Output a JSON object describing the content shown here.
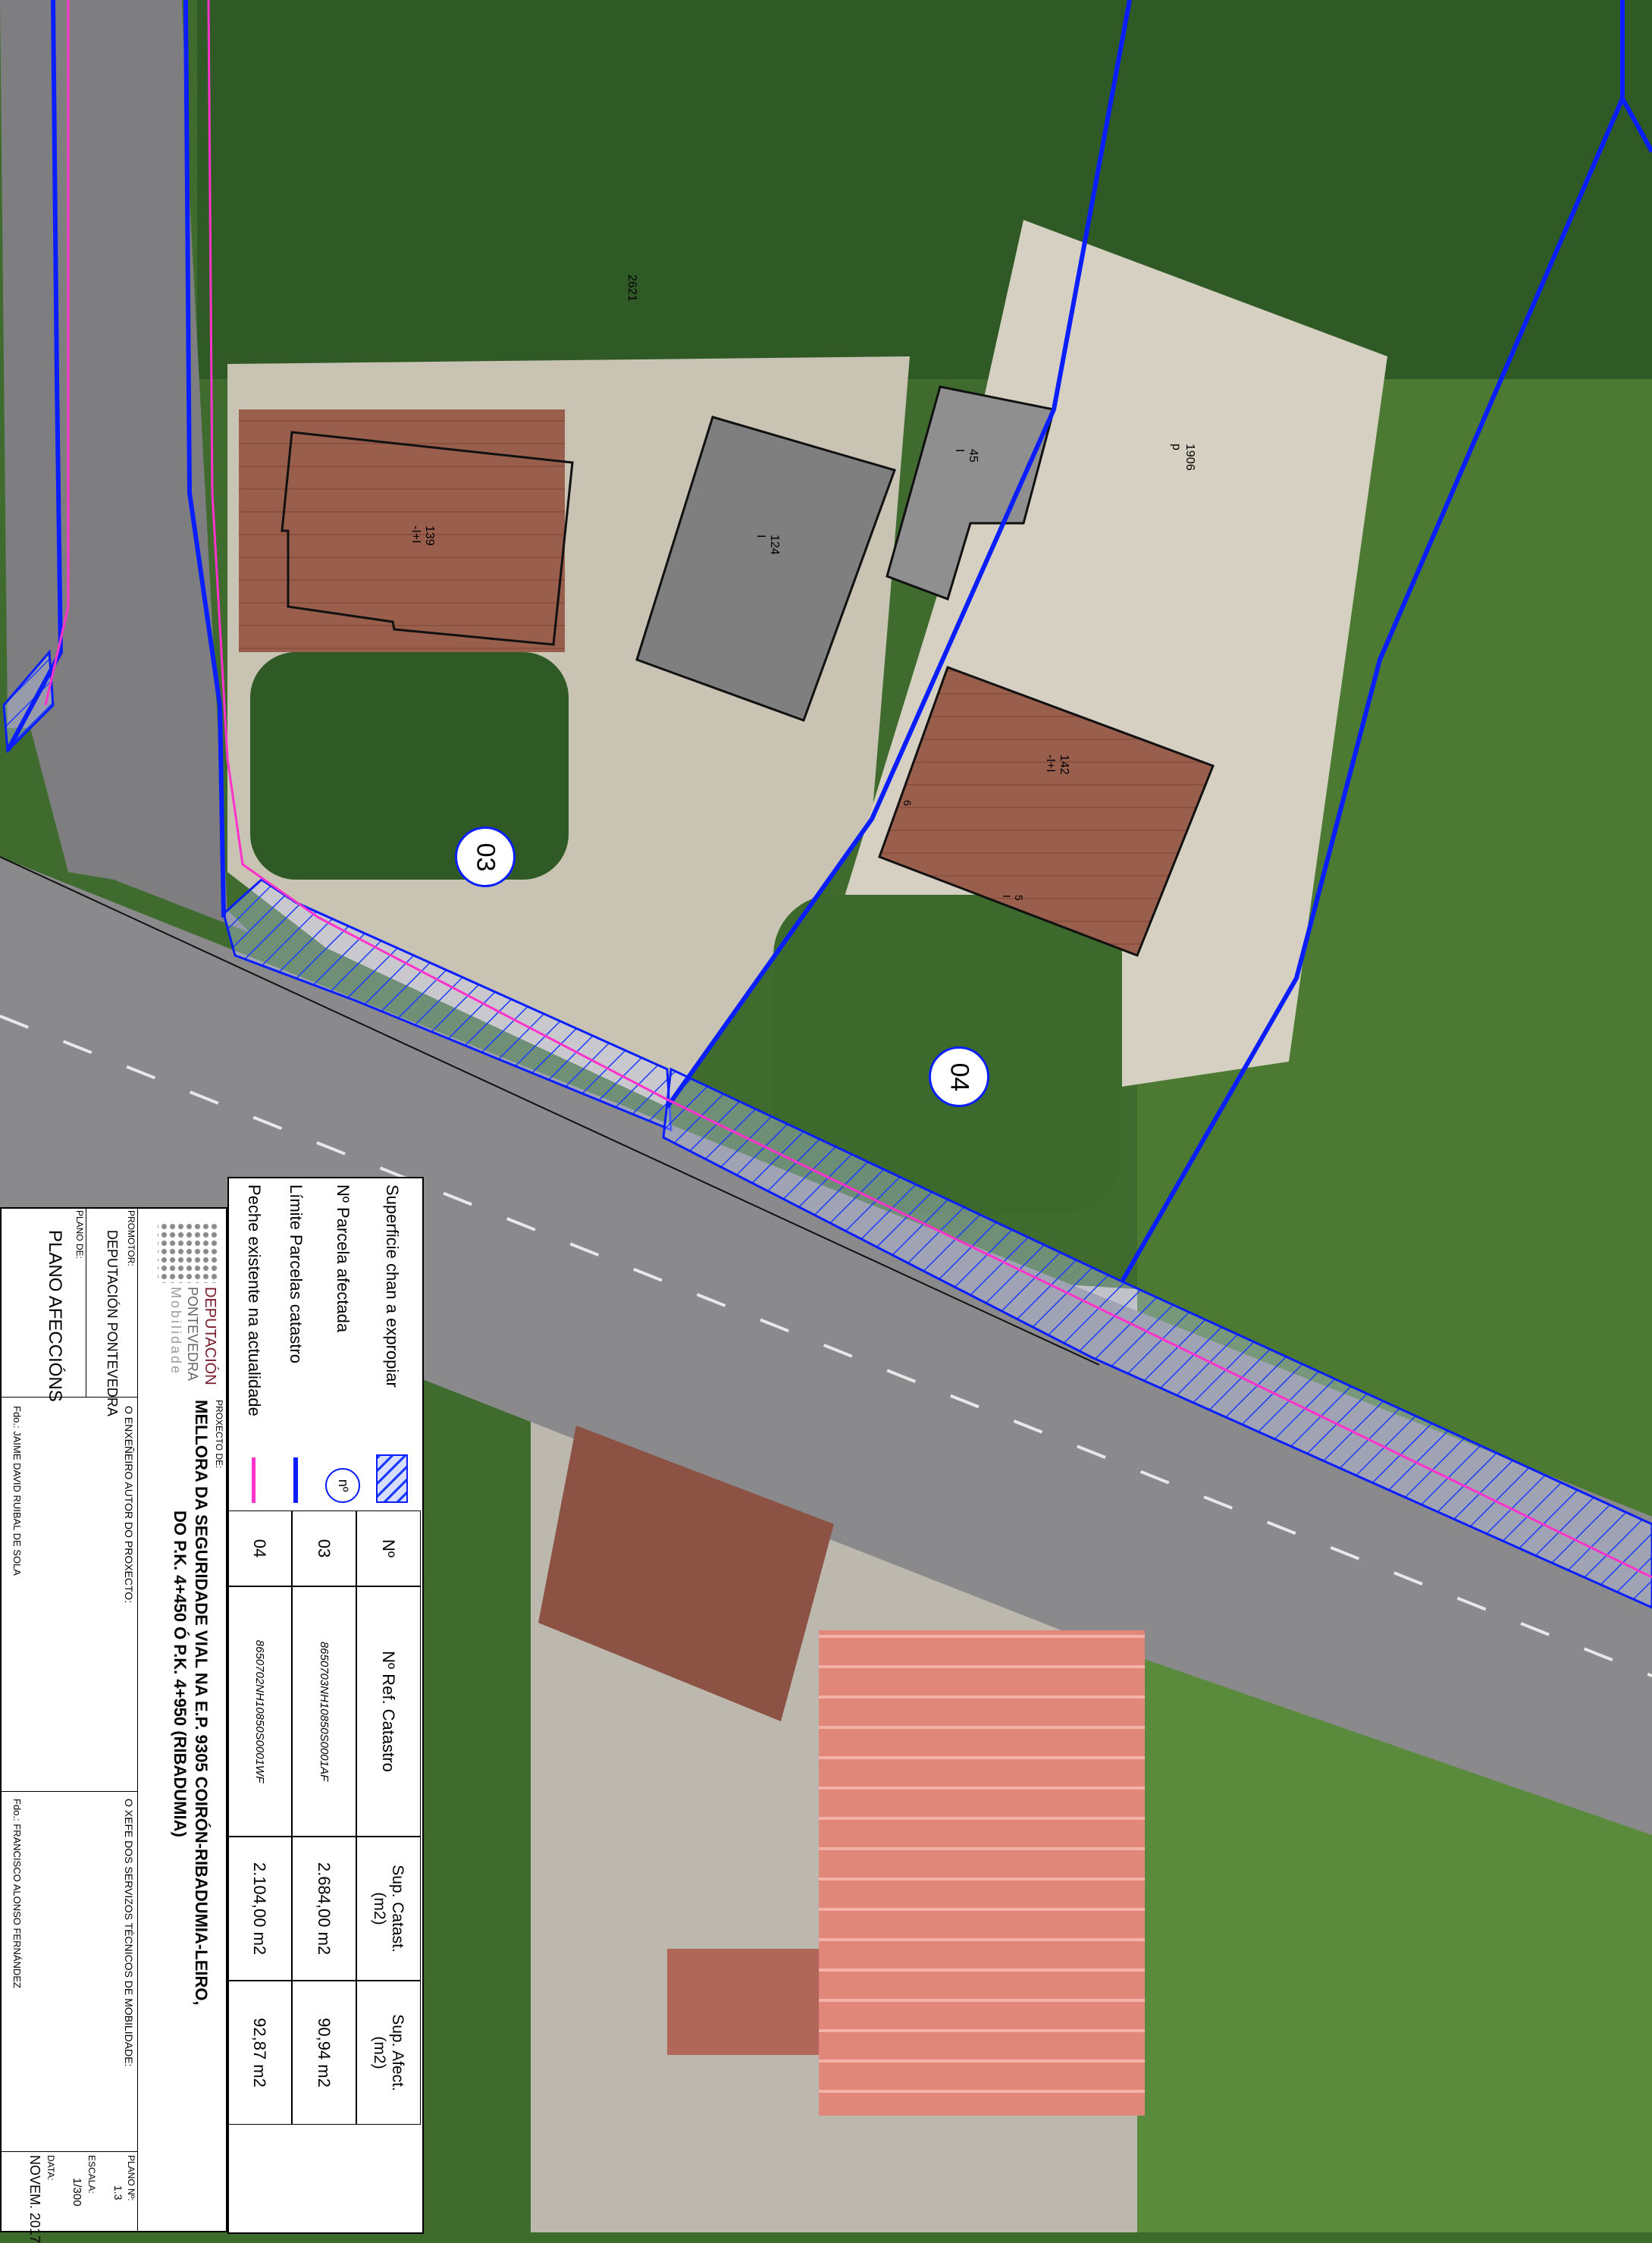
{
  "map": {
    "parcel_labels": [
      {
        "id": "2621",
        "text": "2621"
      },
      {
        "id": "1906",
        "text": "1906\np"
      },
      {
        "id": "139",
        "text": "139\n-I+I"
      },
      {
        "id": "124",
        "text": "124\nI"
      },
      {
        "id": "45",
        "text": "45\nI"
      },
      {
        "id": "142",
        "text": "142\n-I+I"
      },
      {
        "id": "6",
        "text": "6"
      },
      {
        "id": "5",
        "text": "5\nI"
      }
    ],
    "affected_markers": [
      "03",
      "04"
    ],
    "colors": {
      "parcel_line": "#0a1eff",
      "hatch": "#1a3cff",
      "fence": "#ff33cc",
      "building_outline": "#111111"
    }
  },
  "legend": {
    "items": [
      {
        "label": "Superficie chan a expropiar",
        "symbol": "hatch"
      },
      {
        "label": "Nº Parcela  afectada",
        "symbol": "circle",
        "symbol_text": "nº"
      },
      {
        "label": "Límite Parcelas catastro",
        "symbol": "blue-line"
      },
      {
        "label": "Peche existente na actualidade",
        "symbol": "magenta-line"
      }
    ]
  },
  "table": {
    "headers": [
      "Nº",
      "Nº Ref. Catastro",
      "Sup. Catast.\n(m2)",
      "Sup. Afect.\n(m2)"
    ],
    "rows": [
      [
        "03",
        "8650703NH10850S0001AF",
        "2.684,00 m2",
        "90,94 m2"
      ],
      [
        "04",
        "8650702NH10850S0001WF",
        "2.104,00 m2",
        "92,87 m2"
      ]
    ]
  },
  "title_block": {
    "logo_name": "DEPUTACIÓN",
    "logo_sub1": "PONTEVEDRA",
    "logo_sub2": "Mobilidade",
    "promotor_label": "PROMOTOR:",
    "promotor": "DEPUTACIÓN PONTEVEDRA",
    "plano_de_label": "PLANO DE:",
    "plano_de": "PLANO AFECCIÓNS",
    "proxecto_label": "PROXECTO DE:",
    "proxecto_line1": "MELLORA DA SEGURIDADE VIAL NA E.P. 9305 COIRÓN-RIBADUMIA-LEIRO,",
    "proxecto_line2": "DO P.K. 4+450 Ó P.K. 4+950 (RIBADUMIA)",
    "engineer_label": "O ENXEÑEIRO AUTOR DO PROXECTO:",
    "engineer": "Fdo.: JAIME DAVID RUIBAL DE SOLA",
    "chief_label": "O XEFE DOS SERVIZOS TÉCNICOS DE MOBILIDADE:",
    "chief": "Fdo.: FRANCISCO ALONSO FERNÁNDEZ",
    "plano_n_label": "PLANO Nº:",
    "plano_n": "1.3",
    "escala_label": "ESCALA:",
    "escala": "1/300",
    "data_label": "DATA:",
    "data": "NOVEM. 2017"
  }
}
